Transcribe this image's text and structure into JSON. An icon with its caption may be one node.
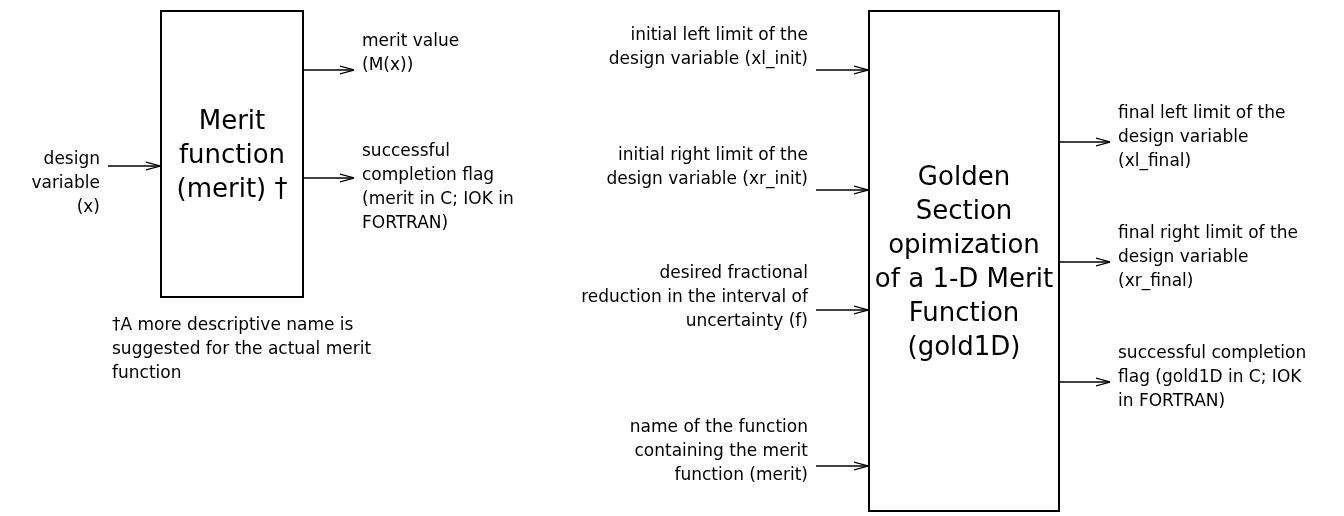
{
  "diagram": {
    "nodes": [
      {
        "text": [
          "design variable (x)"
        ]
      },
      {
        "text": [
          "Merit function (merit) †"
        ]
      },
      {
        "text": [
          "merit value (M(x))"
        ]
      },
      {
        "text": [
          "successful completion flag (merit in C; IOK in FORTRAN)"
        ]
      },
      {
        "text": [
          "initial left limit of the design variable (xl_init)"
        ]
      },
      {
        "text": [
          "initial right limit of the design variable (xr_init)"
        ]
      },
      {
        "text": [
          "desired fractional reduction in the interval of uncertainty (f)"
        ]
      },
      {
        "text": [
          "name of the function containing the merit function (merit)"
        ]
      },
      {
        "text": [
          "Golden Section opimization of a 1-D Merit Function (gold1D)"
        ]
      },
      {
        "text": [
          "final left limit of the design variable (xl_final)"
        ]
      },
      {
        "text": [
          "final right limit of the design variable (xr_final)"
        ]
      },
      {
        "text": [
          "successful completion flag (gold1D in C; IOK in FORTRAN)"
        ]
      }
    ],
    "edges": [
      {
        "from": 0,
        "to": 1,
        "arrow": "to"
      },
      {
        "from": 1,
        "to": 2,
        "arrow": "to"
      },
      {
        "from": 1,
        "to": 3,
        "arrow": "to"
      },
      {
        "from": 4,
        "to": 8,
        "arrow": "to"
      },
      {
        "from": 5,
        "to": 8,
        "arrow": "to"
      },
      {
        "from": 6,
        "to": 8,
        "arrow": "to"
      },
      {
        "from": 7,
        "to": 8,
        "arrow": "to"
      },
      {
        "from": 8,
        "to": 9,
        "arrow": "to"
      },
      {
        "from": 8,
        "to": 10,
        "arrow": "to"
      },
      {
        "from": 8,
        "to": 11,
        "arrow": "to"
      }
    ],
    "labels": [
      "†A more descriptive name is suggested for the actual merit function"
    ]
  }
}
